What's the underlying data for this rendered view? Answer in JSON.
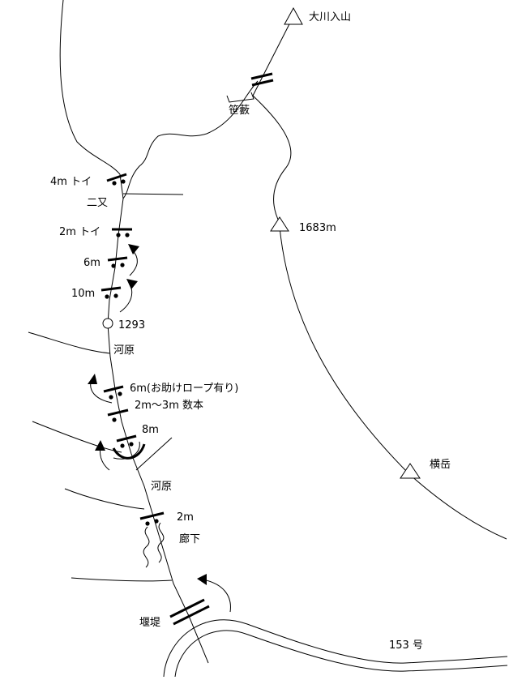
{
  "labels": {
    "okawairi": "大川入山",
    "sasayabu": "笹藪",
    "toi4": "4m トイ",
    "futamata": "二又",
    "toi2": "2m トイ",
    "f6": "6m",
    "f10": "10m",
    "p1293": "1293",
    "kawara1": "河原",
    "f6rope": "6m(お助けロープ有り)",
    "f23": "2m～3m 数本",
    "f8": "8m",
    "kawara2": "河原",
    "f2": "2m",
    "rouka": "廊下",
    "entei": "堰堤",
    "p1683": "1683m",
    "yokodake": "横岳",
    "route153": "153 号"
  },
  "colors": {
    "ink": "#000000",
    "paper": "#ffffff"
  }
}
